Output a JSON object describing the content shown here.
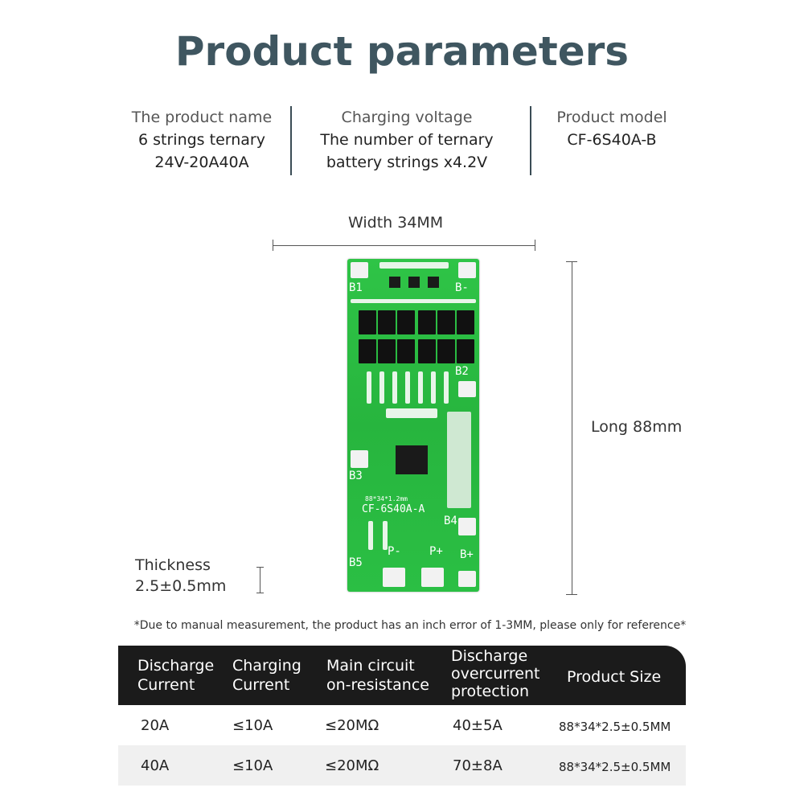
{
  "title": "Product parameters",
  "params": [
    {
      "label": "The product name",
      "lines": [
        "6 strings ternary",
        "24V-20A40A"
      ]
    },
    {
      "label": "Charging voltage",
      "lines": [
        "The number of ternary",
        "battery strings x4.2V"
      ]
    },
    {
      "label": "Product model",
      "lines": [
        "CF-6S40A-B"
      ]
    }
  ],
  "dimensions": {
    "width": "Width 34MM",
    "length": "Long 88mm",
    "thickness": [
      "Thickness",
      "2.5±0.5mm"
    ]
  },
  "pcb": {
    "labels": {
      "b1": "B1",
      "bminus": "B-",
      "b2": "B2",
      "b3": "B3",
      "b4": "B4",
      "b5": "B5",
      "bplus": "B+",
      "p": "P-",
      "pplus": "P+",
      "model": "CF-6S40A-A",
      "size": "88*34*1.2mm"
    },
    "board_color": "#2bbf44"
  },
  "note": "*Due to manual measurement, the product has an inch error of 1-3MM, please only for reference*",
  "table": {
    "headers": [
      [
        "Discharge",
        "Current"
      ],
      [
        "Charging",
        "Current"
      ],
      [
        "Main circuit",
        "on-resistance"
      ],
      [
        "Discharge",
        "overcurrent",
        "protection"
      ],
      [
        "Product Size"
      ]
    ],
    "rows": [
      [
        "20A",
        "≤10A",
        "≤20MΩ",
        "40±5A",
        "88*34*2.5±0.5MM"
      ],
      [
        "40A",
        "≤10A",
        "≤20MΩ",
        "70±8A",
        "88*34*2.5±0.5MM"
      ]
    ],
    "header_bg": "#1b1b1b"
  }
}
